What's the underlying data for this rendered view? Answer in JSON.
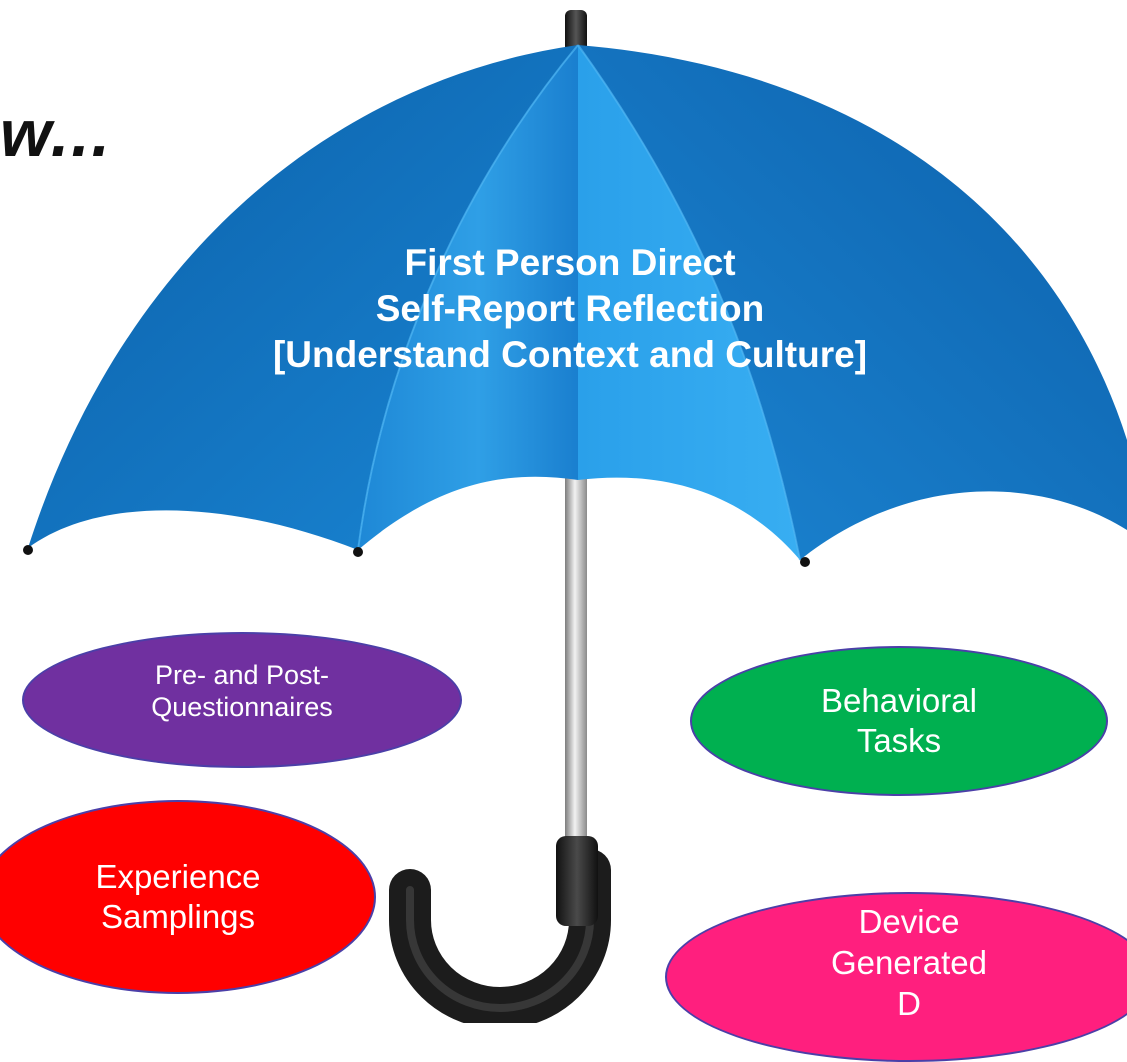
{
  "heading": "w...",
  "canopy": {
    "line1": "First Person Direct",
    "line2": "Self-Report Reflection",
    "line3": "[Understand Context and Culture]"
  },
  "methods": {
    "pre_post": {
      "line1": "Pre- and Post-",
      "line2": "Questionnaires",
      "color": "#7030a0"
    },
    "behavioral": {
      "line1": "Behavioral",
      "line2": "Tasks",
      "color": "#00b050"
    },
    "experience": {
      "line1": "Experience",
      "line2": "Samplings",
      "color": "#ff0000"
    },
    "device": {
      "line1": "Device",
      "line2": "Generated",
      "line3": "D",
      "color": "#ff1f7e"
    }
  },
  "colors": {
    "canopy_light": "#2ea3ec",
    "canopy_dark": "#0b63b0",
    "handle": "#222222",
    "shaft": "#bfbfbf"
  }
}
